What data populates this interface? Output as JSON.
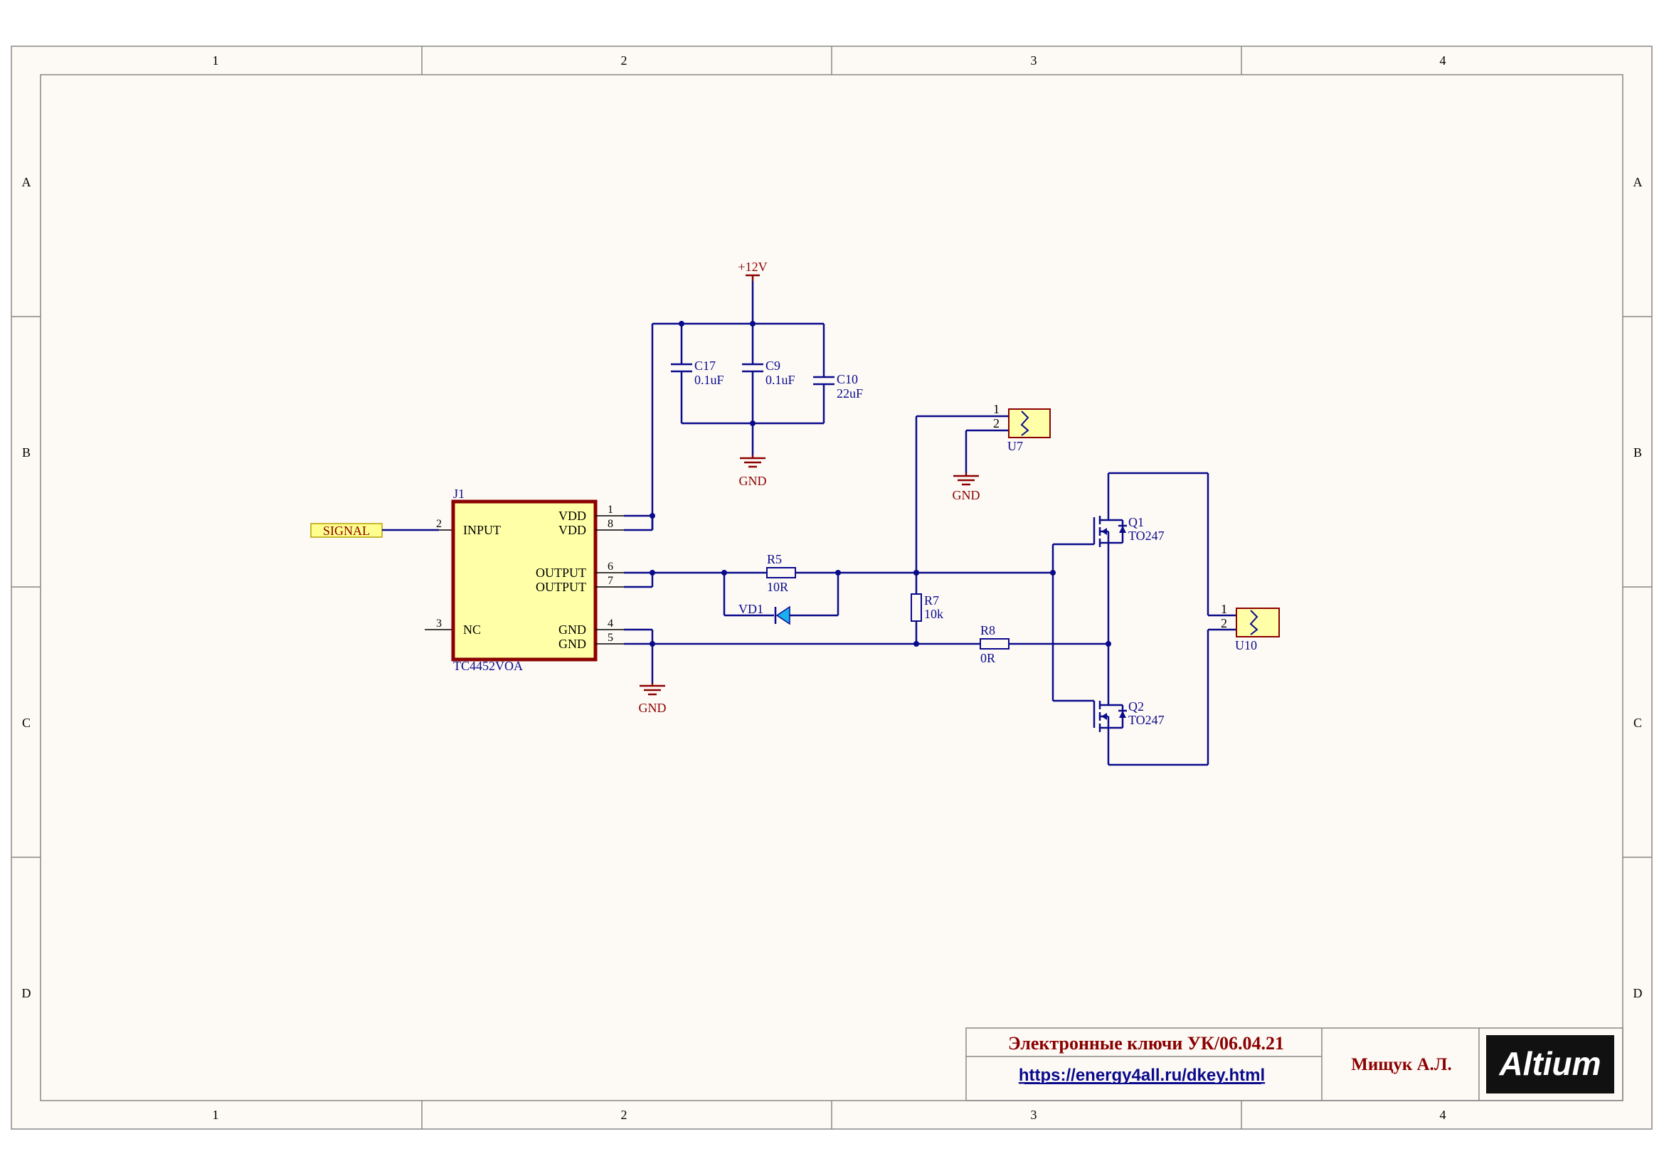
{
  "frame": {
    "columns": [
      "1",
      "2",
      "3",
      "4"
    ],
    "rows": [
      "A",
      "B",
      "C",
      "D"
    ]
  },
  "power": {
    "vcc": "+12V",
    "gnd": "GND"
  },
  "port": {
    "signal": "SIGNAL"
  },
  "ic": {
    "designator": "J1",
    "part": "TC4452VOA",
    "pins": {
      "input": "INPUT",
      "input_num": "2",
      "nc": "NC",
      "nc_num": "3",
      "vdd1": "VDD",
      "vdd1_num": "1",
      "vdd2": "VDD",
      "vdd2_num": "8",
      "out1": "OUTPUT",
      "out1_num": "6",
      "out2": "OUTPUT",
      "out2_num": "7",
      "gnd1": "GND",
      "gnd1_num": "4",
      "gnd2": "GND",
      "gnd2_num": "5"
    }
  },
  "capacitors": [
    {
      "designator": "C17",
      "value": "0.1uF"
    },
    {
      "designator": "C9",
      "value": "0.1uF"
    },
    {
      "designator": "C10",
      "value": "22uF"
    }
  ],
  "resistors": {
    "r5": {
      "designator": "R5",
      "value": "10R"
    },
    "r7": {
      "designator": "R7",
      "value": "10k"
    },
    "r8": {
      "designator": "R8",
      "value": "0R"
    }
  },
  "diode": {
    "designator": "VD1"
  },
  "connectors": {
    "u7": {
      "designator": "U7",
      "pin1": "1",
      "pin2": "2"
    },
    "u10": {
      "designator": "U10",
      "pin1": "1",
      "pin2": "2"
    }
  },
  "transistors": [
    {
      "designator": "Q1",
      "package": "TO247"
    },
    {
      "designator": "Q2",
      "package": "TO247"
    }
  ],
  "title_block": {
    "title": "Электронные ключи УК/06.04.21",
    "url": "https://energy4all.ru/dkey.html",
    "author": "Мищук А.Л.",
    "logo": "Altium"
  },
  "colors": {
    "sheet": "#fdfaf5",
    "wire": "#0a0a8c",
    "component_border": "#8b0000",
    "component_fill": "#ffffa8",
    "title_text": "#8b0000"
  }
}
